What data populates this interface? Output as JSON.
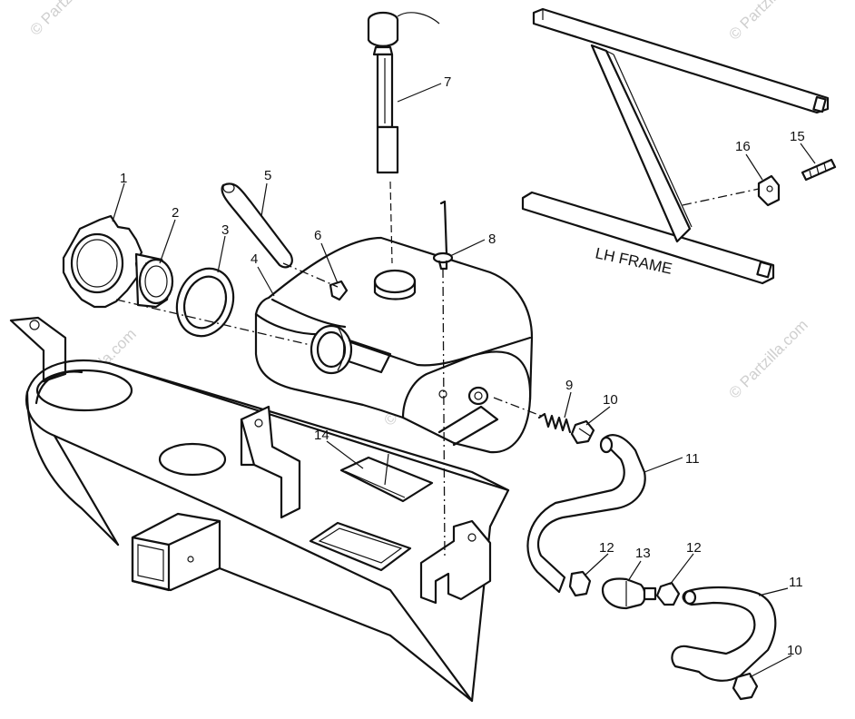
{
  "watermark": "© Partzilla.com",
  "callouts": {
    "c1": "1",
    "c2": "2",
    "c3": "3",
    "c4": "4",
    "c5": "5",
    "c6": "6",
    "c7": "7",
    "c8": "8",
    "c9": "9",
    "c10a": "10",
    "c10b": "10",
    "c11a": "11",
    "c11b": "11",
    "c12a": "12",
    "c12b": "12",
    "c13": "13",
    "c14": "14",
    "c15": "15",
    "c16": "16"
  },
  "frame_label": "LH FRAME"
}
